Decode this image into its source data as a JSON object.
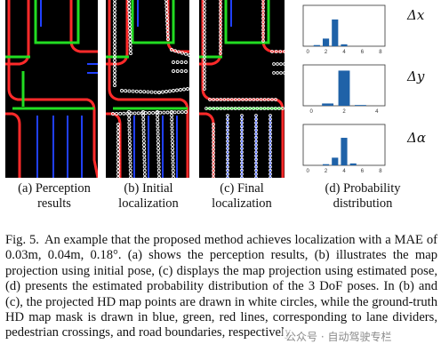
{
  "panels": [
    {
      "label": "(a) Perception\nresults"
    },
    {
      "label": "(b) Initial\nlocalization"
    },
    {
      "label": "(c) Final\nlocalization"
    },
    {
      "label": "(d) Probability\ndistribution"
    }
  ],
  "chart_data": [
    {
      "type": "bar",
      "title": "Δx",
      "categories": [
        "0",
        "1",
        "2",
        "3",
        "4",
        "5",
        "6",
        "7",
        "8"
      ],
      "values": [
        0.0,
        0.03,
        0.2,
        0.7,
        0.05,
        0.0,
        0.0,
        0.0,
        0.0
      ],
      "x_tick_labels": [
        "0",
        "2",
        "4",
        "6",
        "8"
      ]
    },
    {
      "type": "bar",
      "title": "Δy",
      "categories": [
        "0",
        "1",
        "2",
        "3",
        "4"
      ],
      "values": [
        0.0,
        0.06,
        0.92,
        0.02,
        0.0
      ],
      "x_tick_labels": [
        "0",
        "2",
        "4"
      ]
    },
    {
      "type": "bar",
      "title": "Δα",
      "categories": [
        "0",
        "1",
        "2",
        "3",
        "4",
        "5",
        "6",
        "7",
        "8"
      ],
      "values": [
        0.0,
        0.0,
        0.03,
        0.2,
        0.72,
        0.05,
        0.0,
        0.0,
        0.0
      ],
      "x_tick_labels": [
        "0",
        "2",
        "4",
        "6",
        "8"
      ]
    }
  ],
  "caption": {
    "lead": "Fig. 5.",
    "text": "An example that the proposed method achieves localization with a MAE of 0.03m, 0.04m, 0.18°. (a) shows the perception results, (b) illustrates the map projection using initial pose, (c) displays the map projection using estimated pose, (d) presents the estimated probability distribution of the 3 DoF poses. In (b) and (c), the projected HD map points are drawn in white circles, while the ground-truth HD map mask is drawn in blue, green, red lines, corresponding to lane dividers, pedestrian crossings, and road boundaries, respectively."
  },
  "watermark": "公众号 · 自动驾驶专栏",
  "colors": {
    "lane_divider": "#2040ff",
    "pedestrian_crossing": "#22dd22",
    "road_boundary": "#ff2a2a",
    "map_points": "#ffffff",
    "bars": "#1f62a8"
  }
}
